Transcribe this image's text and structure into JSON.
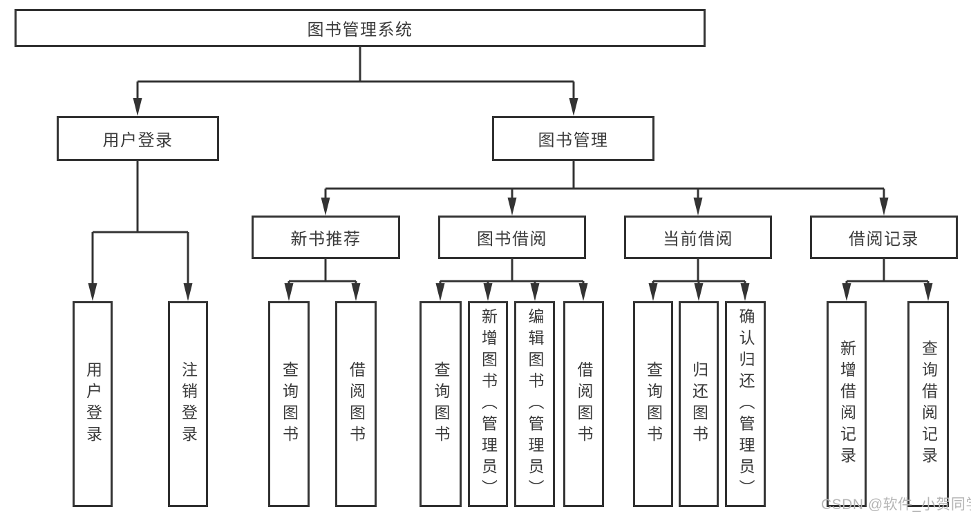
{
  "diagram": {
    "root": {
      "label": "图书管理系统"
    },
    "branches": [
      {
        "label": "用户登录",
        "children": [
          {
            "label": "用户登录"
          },
          {
            "label": "注销登录"
          }
        ]
      },
      {
        "label": "图书管理",
        "children": [
          {
            "label": "新书推荐",
            "children": [
              {
                "label": "查询图书"
              },
              {
                "label": "借阅图书"
              }
            ]
          },
          {
            "label": "图书借阅",
            "children": [
              {
                "label": "查询图书"
              },
              {
                "label": "新增图书（管理员）"
              },
              {
                "label": "编辑图书（管理员）"
              },
              {
                "label": "借阅图书"
              }
            ]
          },
          {
            "label": "当前借阅",
            "children": [
              {
                "label": "查询图书"
              },
              {
                "label": "归还图书"
              },
              {
                "label": "确认归还（管理员）"
              }
            ]
          },
          {
            "label": "借阅记录",
            "children": [
              {
                "label": "新增借阅记录"
              },
              {
                "label": "查询借阅记录"
              }
            ]
          }
        ]
      }
    ]
  },
  "watermark": {
    "text": "CSDN @软件_小贺同学"
  },
  "colors": {
    "line": "#333333",
    "text": "#3a3a3a",
    "watermark": "#b5b5b5",
    "background": "#ffffff"
  }
}
